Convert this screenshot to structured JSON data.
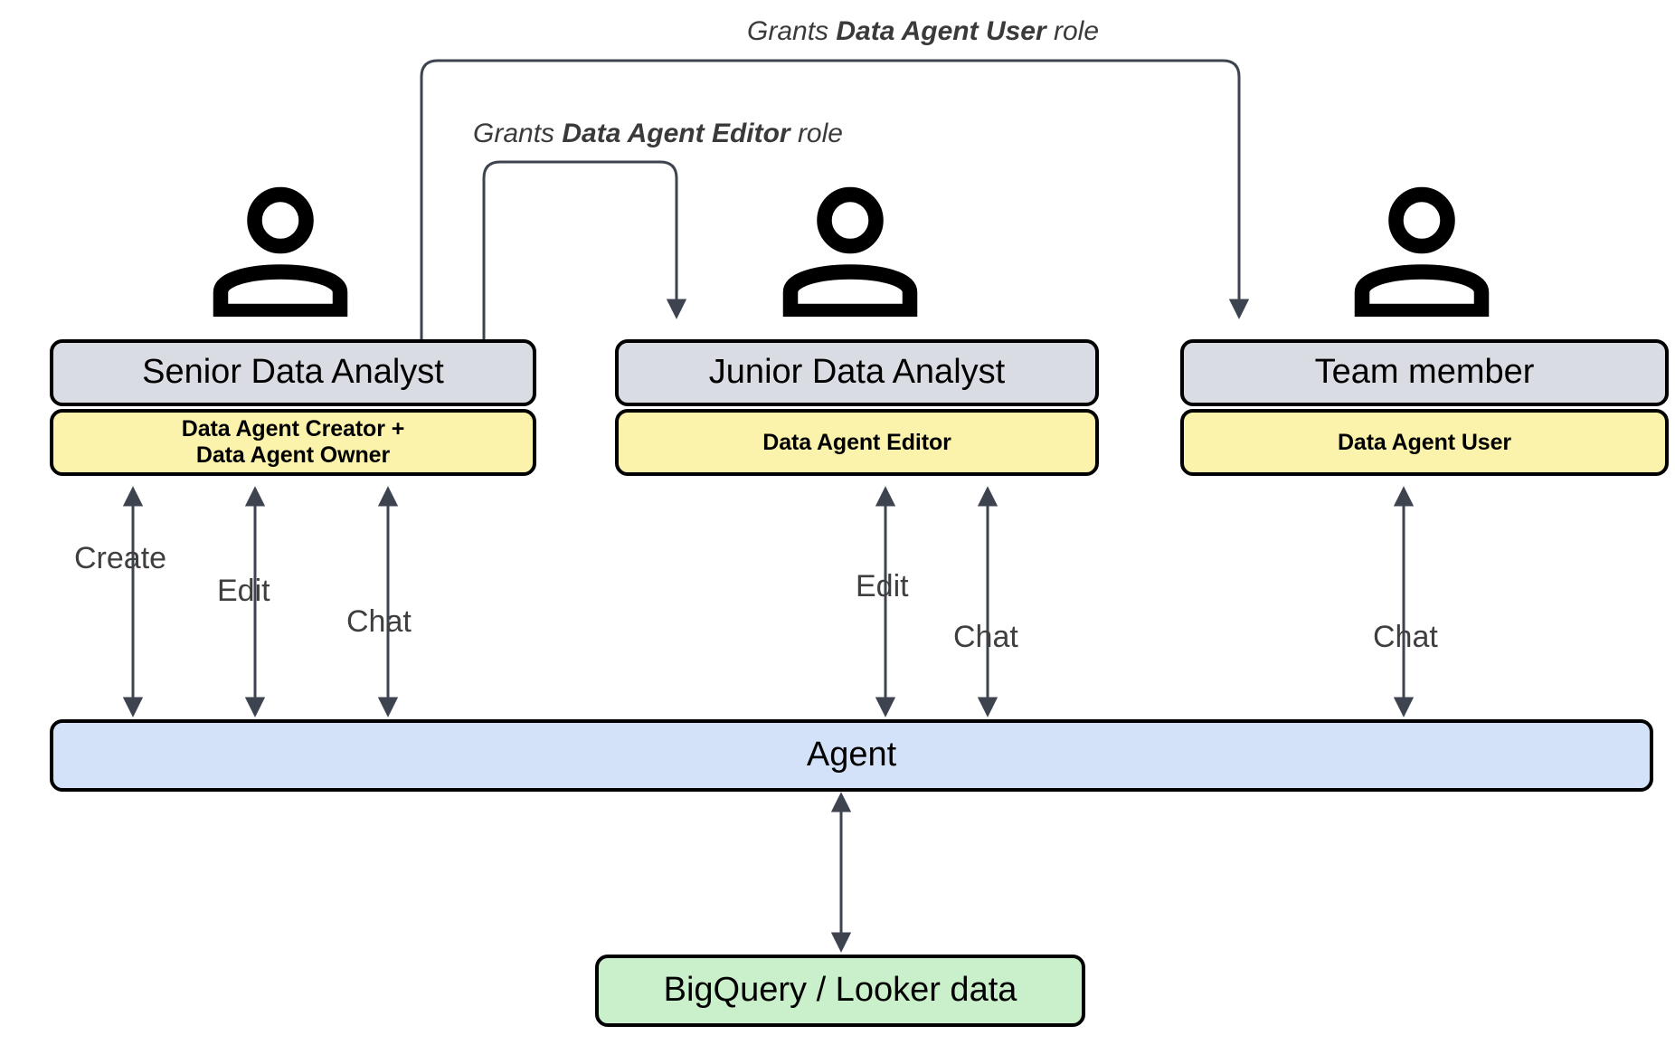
{
  "diagram": {
    "title": "Data Agent roles and permissions diagram",
    "colors": {
      "role_header_fill": "#d9dce3",
      "permission_fill": "#fbf2ab",
      "agent_fill": "#d4e2f9",
      "data_fill": "#c9efcb",
      "border": "#000000",
      "connector": "#3d4450",
      "label_text": "#3f3f3f"
    }
  },
  "personas": [
    {
      "icon": "person-icon",
      "role": "Senior Data Analyst",
      "permission": "Data Agent Creator +\nData Agent Owner",
      "permission_line1": "Data Agent Creator +",
      "permission_line2": "Data Agent Owner"
    },
    {
      "icon": "person-icon",
      "role": "Junior Data Analyst",
      "permission": "Data Agent Editor",
      "permission_line1": "Data Agent Editor",
      "permission_line2": ""
    },
    {
      "icon": "person-icon",
      "role": "Team member",
      "permission": "Data Agent User",
      "permission_line1": "Data Agent User",
      "permission_line2": ""
    }
  ],
  "grants": [
    {
      "prefix": "Grants ",
      "role": "Data Agent User",
      "suffix": " role",
      "from": "Senior Data Analyst",
      "to": "Team member"
    },
    {
      "prefix": "Grants ",
      "role": "Data Agent Editor",
      "suffix": " role",
      "from": "Senior Data Analyst",
      "to": "Junior Data Analyst"
    }
  ],
  "actions": [
    {
      "label": "Create",
      "from": "Senior Data Analyst",
      "to": "Agent"
    },
    {
      "label": "Edit",
      "from": "Senior Data Analyst",
      "to": "Agent"
    },
    {
      "label": "Chat",
      "from": "Senior Data Analyst",
      "to": "Agent"
    },
    {
      "label": "Edit",
      "from": "Junior Data Analyst",
      "to": "Agent"
    },
    {
      "label": "Chat",
      "from": "Junior Data Analyst",
      "to": "Agent"
    },
    {
      "label": "Chat",
      "from": "Team member",
      "to": "Agent"
    }
  ],
  "agent": {
    "label": "Agent"
  },
  "datasource": {
    "label": "BigQuery / Looker data"
  }
}
